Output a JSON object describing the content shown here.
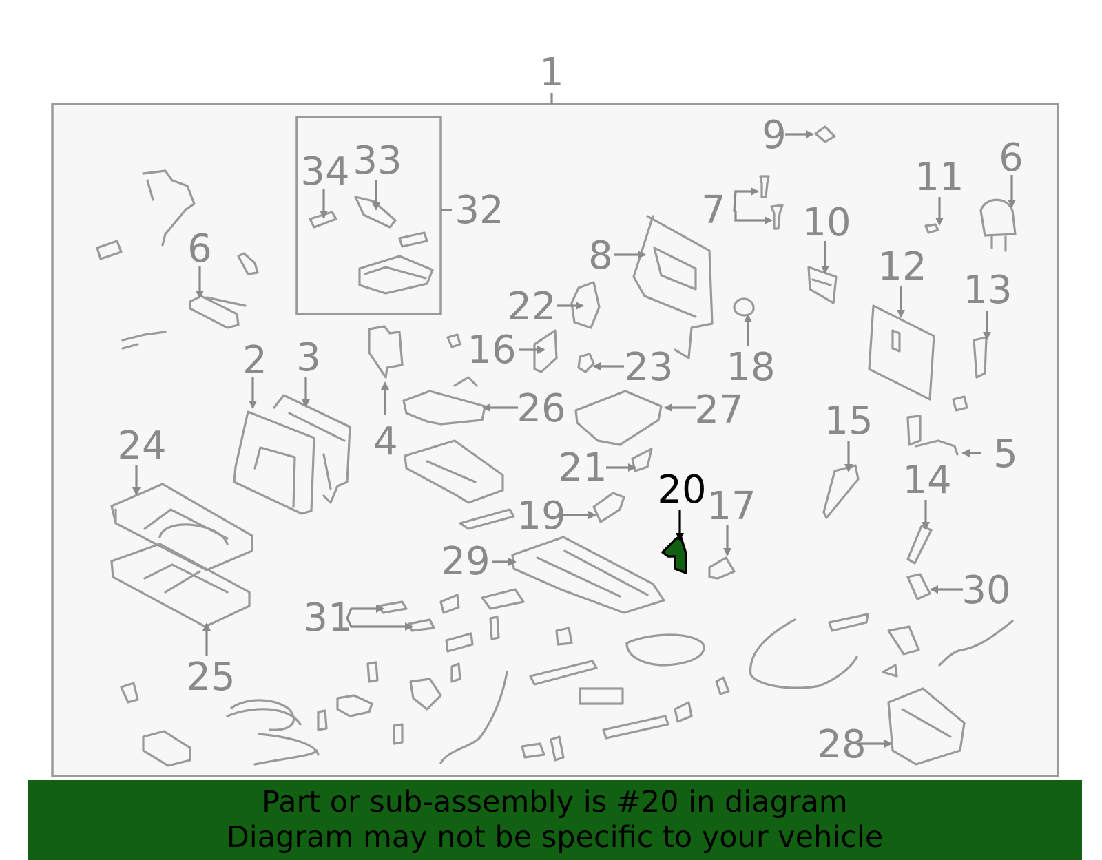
{
  "diagram": {
    "callouts": [
      "1",
      "2",
      "3",
      "4",
      "5",
      "6",
      "6",
      "7",
      "8",
      "9",
      "10",
      "11",
      "12",
      "13",
      "14",
      "15",
      "16",
      "17",
      "18",
      "19",
      "20",
      "21",
      "22",
      "23",
      "24",
      "25",
      "26",
      "27",
      "28",
      "29",
      "30",
      "31",
      "32",
      "33",
      "34"
    ],
    "highlight": {
      "label": "20",
      "color": "#126112",
      "outline": "#000000"
    },
    "colors": {
      "frame": "#9a9a9a",
      "panel": "#f7f7f7",
      "line": "#9a9a9a",
      "label": "#8a8a8a"
    }
  },
  "banner": {
    "line1": "Part or sub-assembly is #20 in diagram",
    "line2": "Diagram may not be specific to your vehicle",
    "background": "#126112"
  }
}
